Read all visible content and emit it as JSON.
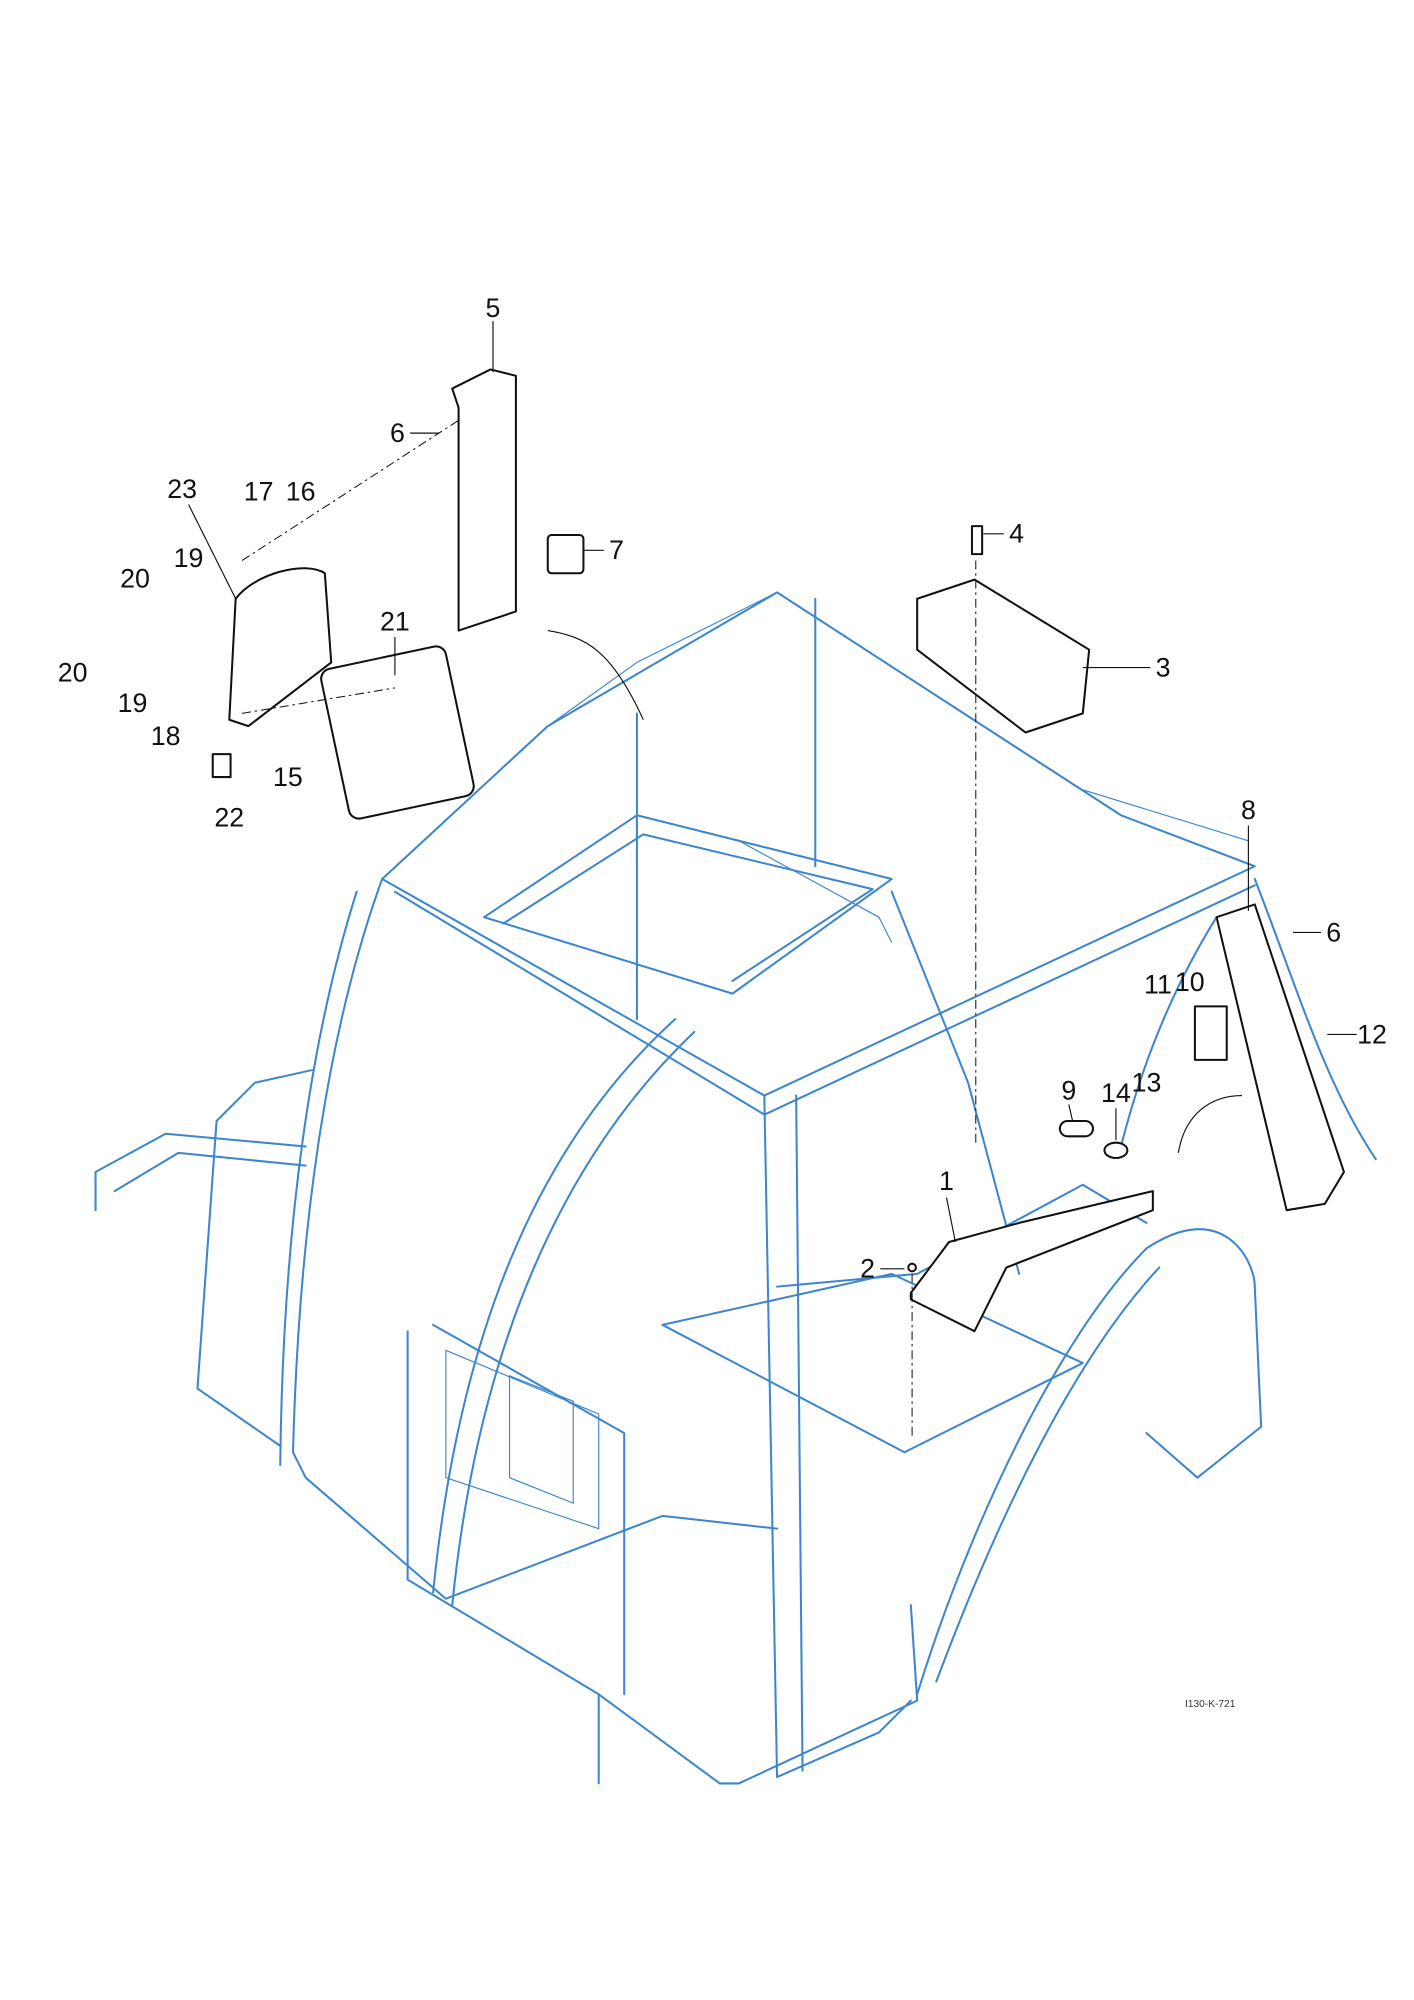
{
  "diagram": {
    "reference_code": "I130-K-721",
    "colors": {
      "frame": "#3d86cc",
      "parts": "#111111"
    },
    "callouts": [
      {
        "id": "c5",
        "label": "5"
      },
      {
        "id": "c6a",
        "label": "6"
      },
      {
        "id": "c23",
        "label": "23"
      },
      {
        "id": "c17",
        "label": "17"
      },
      {
        "id": "c16",
        "label": "16"
      },
      {
        "id": "c7",
        "label": "7"
      },
      {
        "id": "c19a",
        "label": "19"
      },
      {
        "id": "c20a",
        "label": "20"
      },
      {
        "id": "c21",
        "label": "21"
      },
      {
        "id": "c20b",
        "label": "20"
      },
      {
        "id": "c19b",
        "label": "19"
      },
      {
        "id": "c18",
        "label": "18"
      },
      {
        "id": "c15",
        "label": "15"
      },
      {
        "id": "c22",
        "label": "22"
      },
      {
        "id": "c4",
        "label": "4"
      },
      {
        "id": "c3",
        "label": "3"
      },
      {
        "id": "c8",
        "label": "8"
      },
      {
        "id": "c6b",
        "label": "6"
      },
      {
        "id": "c11",
        "label": "11"
      },
      {
        "id": "c10",
        "label": "10"
      },
      {
        "id": "c12",
        "label": "12"
      },
      {
        "id": "c13",
        "label": "13"
      },
      {
        "id": "c9",
        "label": "9"
      },
      {
        "id": "c14",
        "label": "14"
      },
      {
        "id": "c1",
        "label": "1"
      },
      {
        "id": "c2",
        "label": "2"
      }
    ]
  }
}
